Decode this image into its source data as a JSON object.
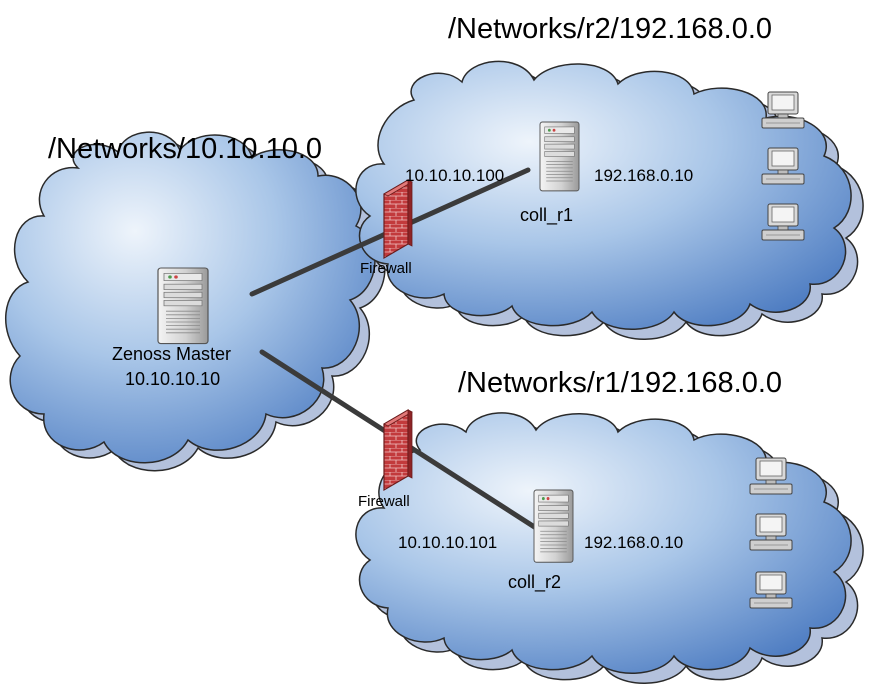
{
  "networks": {
    "main": {
      "title": "/Networks/10.10.10.0"
    },
    "r2": {
      "title": "/Networks/r2/192.168.0.0"
    },
    "r1": {
      "title": "/Networks/r1/192.168.0.0"
    }
  },
  "master": {
    "name": "Zenoss Master",
    "ip": "10.10.10.10"
  },
  "collector_r1": {
    "name": "coll_r1",
    "ip_outside": "10.10.10.100",
    "ip_inside": "192.168.0.10"
  },
  "collector_r2": {
    "name": "coll_r2",
    "ip_outside": "10.10.10.101",
    "ip_inside": "192.168.0.10"
  },
  "firewall_top": {
    "label": "Firewall"
  },
  "firewall_bottom": {
    "label": "Firewall"
  },
  "colors": {
    "cloud_fill_light": "#e6f0fa",
    "cloud_fill_dark": "#4a7fc4",
    "cloud_shadow": "#b9c6de",
    "cloud_stroke": "#2a2a2a",
    "link": "#3d3d3d",
    "firewall": "#c0363a",
    "server": "#cfcfcf"
  },
  "icons": {
    "server": "server-tower-icon",
    "firewall": "brick-wall-icon",
    "workstation": "desktop-computer-icon"
  }
}
